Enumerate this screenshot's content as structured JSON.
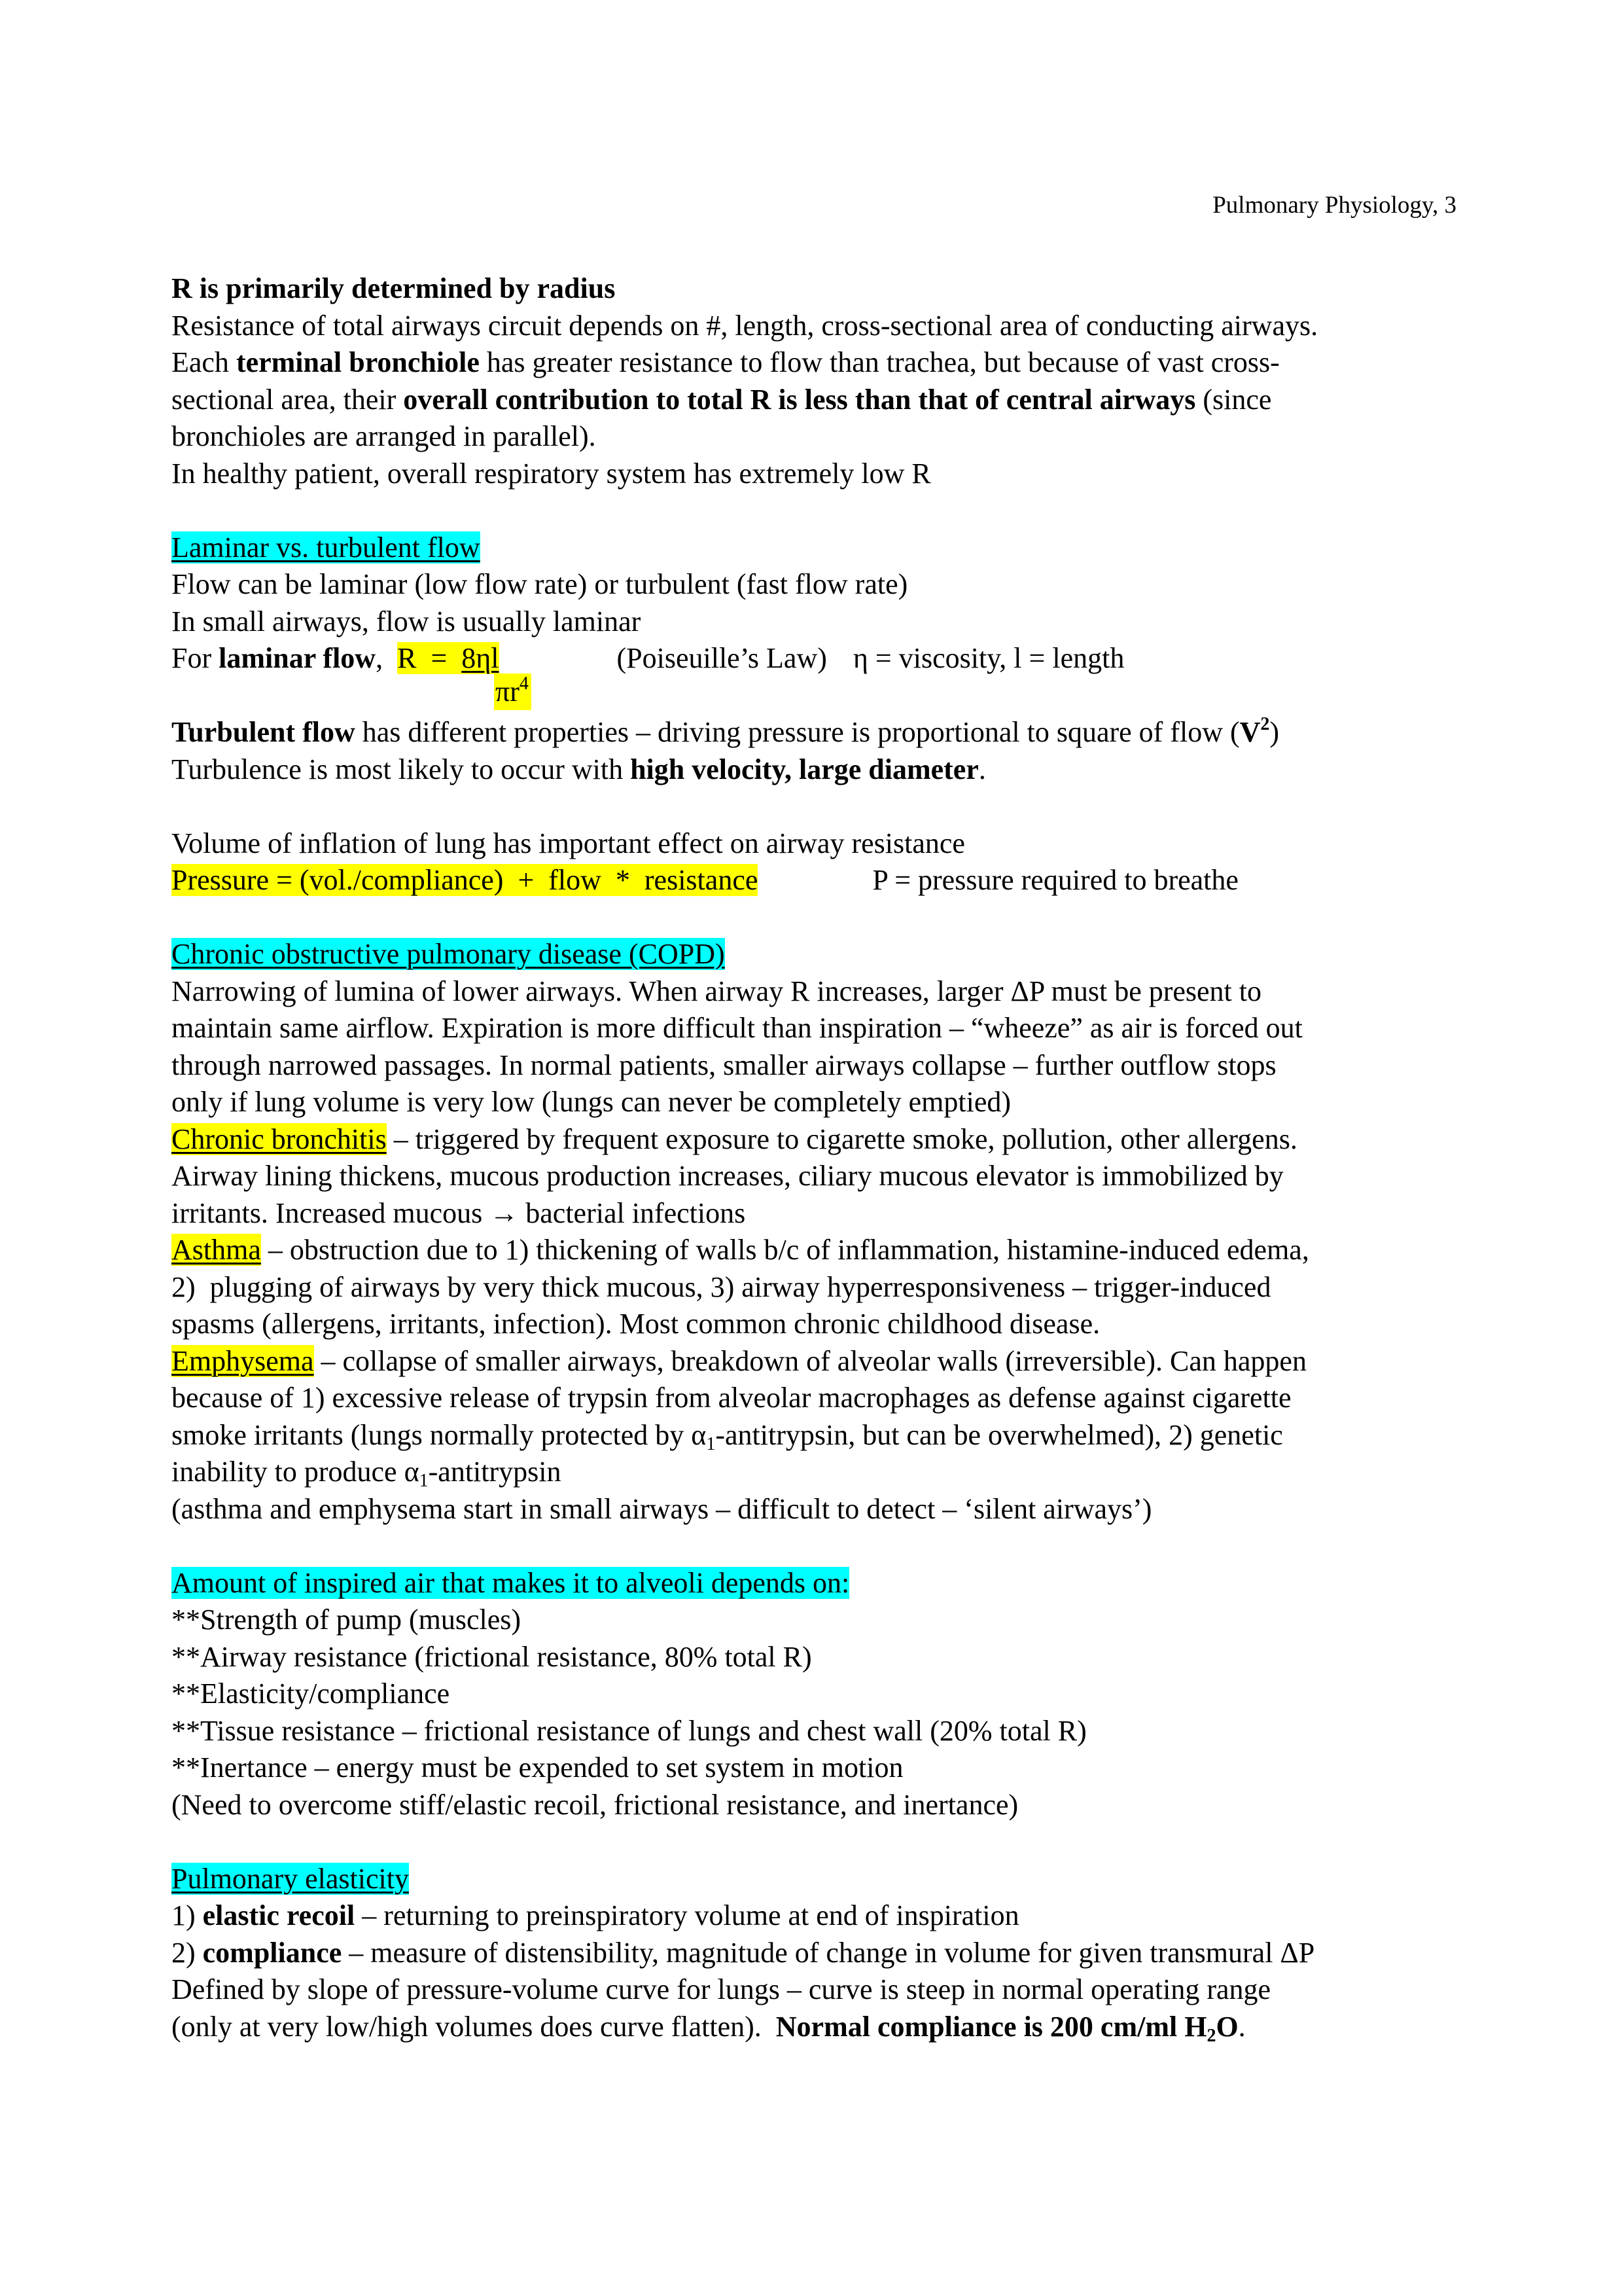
{
  "header": {
    "running_title": "Pulmonary Physiology, 3"
  },
  "sections": {
    "radius": {
      "heading": "R is primarily determined by radius",
      "l1": "Resistance of total airways circuit depends on #, length, cross-sectional area of conducting airways.",
      "l2a": "Each ",
      "l2b": "terminal bronchiole",
      "l2c": " has greater resistance to flow than trachea, but because of vast cross-",
      "l3a": "sectional area, their ",
      "l3b": "overall contribution to total R is less than that of central airways",
      "l3c": " (since",
      "l4": "bronchioles are arranged in parallel).",
      "l5": "In healthy patient, overall respiratory system has extremely low R"
    },
    "flow": {
      "heading": "Laminar vs. turbulent flow",
      "l1": "Flow can be laminar (low flow rate) or turbulent (fast flow rate)",
      "l2": "In small airways, flow is usually laminar",
      "l3a": "For ",
      "l3b": "laminar flow",
      "l3c": ",  ",
      "formula_lhs": "R  =  ",
      "formula_num": "8ηl",
      "formula_den": "πr",
      "formula_den_exp": "4",
      "law_name": "(Poiseuille’s Law)",
      "legend": "η = viscosity,  l = length",
      "l4a": "Turbulent flow",
      "l4b": " has different properties – driving pressure is proportional to square of flow (",
      "l4c": "V",
      "l4d": "2",
      "l4e": ")",
      "l5a": "Turbulence is most likely to occur with ",
      "l5b": "high velocity, large diameter",
      "l5c": ".",
      "l6": "Volume of inflation of lung has important effect on airway resistance",
      "pressure_eq": "Pressure = (vol./compliance)  +  flow  *  resistance",
      "pressure_note": "P = pressure required to breathe"
    },
    "copd": {
      "heading": "Chronic obstructive pulmonary disease (COPD)",
      "l1": "Narrowing of lumina of lower airways.  When airway R increases, larger ΔP must be present to",
      "l2": "maintain same airflow.  Expiration is more difficult than inspiration – “wheeze” as air is forced out",
      "l3": "through narrowed passages.  In normal patients, smaller airways collapse – further outflow stops",
      "l4": "only if lung volume is very low (lungs can never be completely emptied)",
      "bronchitis_term": "Chronic bronchitis",
      "bronchitis_l1": " – triggered by frequent exposure to cigarette smoke, pollution, other allergens.",
      "bronchitis_l2": "Airway lining thickens, mucous production increases, ciliary mucous elevator is immobilized by",
      "bronchitis_l3": "irritants.  Increased mucous → bacterial infections",
      "asthma_term": "Asthma",
      "asthma_l1": " – obstruction due to 1) thickening of walls b/c of inflammation, histamine-induced edema,",
      "asthma_l2": "2)  plugging of airways by very thick mucous, 3) airway hyperresponsiveness – trigger-induced",
      "asthma_l3": "spasms (allergens, irritants, infection).  Most common chronic childhood disease.",
      "emph_term": "Emphysema",
      "emph_l1": " – collapse of smaller airways, breakdown of alveolar walls (irreversible).  Can happen",
      "emph_l2": "because of 1) excessive release of trypsin from alveolar macrophages as defense against cigarette",
      "emph_l3a": "smoke irritants (lungs normally protected by α",
      "emph_l3sub": "1",
      "emph_l3b": "-antitrypsin, but can be overwhelmed), 2) genetic",
      "emph_l4a": "inability to produce α",
      "emph_l4sub": "1",
      "emph_l4b": "-antitrypsin",
      "emph_l5": "(asthma and emphysema start in small airways – difficult to detect – ‘silent airways’)"
    },
    "inspired": {
      "heading": "Amount of inspired air that makes it to alveoli depends on:",
      "items": [
        "**Strength of pump (muscles)",
        "**Airway resistance (frictional resistance, 80% total R)",
        "**Elasticity/compliance",
        "**Tissue resistance – frictional resistance of lungs and chest wall (20% total R)",
        "**Inertance – energy must be expended to set system in motion"
      ],
      "note": "(Need to overcome stiff/elastic recoil, frictional resistance, and inertance)"
    },
    "elasticity": {
      "heading": "Pulmonary elasticity",
      "l1a": "1) ",
      "l1b": "elastic recoil",
      "l1c": " – returning to preinspiratory volume at end of inspiration",
      "l2a": "2) ",
      "l2b": "compliance",
      "l2c": " – measure of distensibility, magnitude of change in volume for given transmural ΔP",
      "l3": "Defined by slope of pressure-volume curve for lungs – curve is steep in normal operating range",
      "l4a": "(only at very low/high volumes does curve flatten).  ",
      "l4b": "Normal compliance is 200 cm/ml H",
      "l4sub": "2",
      "l4c": "O",
      "l4d": "."
    }
  },
  "colors": {
    "heading_highlight": "#00ffff",
    "term_highlight": "#ffff00"
  }
}
